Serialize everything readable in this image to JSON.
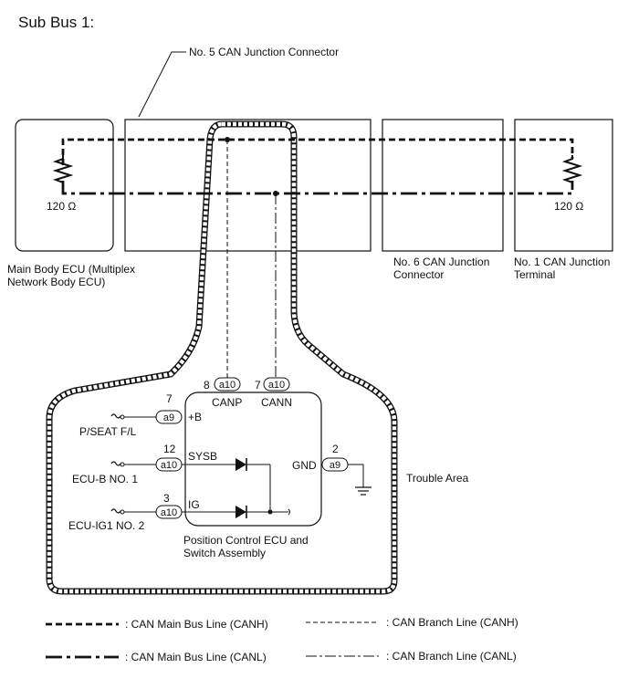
{
  "title": "Sub Bus 1:",
  "junction_connector_5": "No. 5 CAN Junction Connector",
  "main_body_ecu": {
    "resistance": "120 Ω",
    "label_line1": "Main Body ECU (Multiplex",
    "label_line2": "Network Body ECU)"
  },
  "junction_connector_6": {
    "label_line1": "No. 6 CAN Junction",
    "label_line2": "Connector"
  },
  "junction_terminal_1": {
    "resistance": "120 Ω",
    "label_line1": "No. 1 CAN Junction",
    "label_line2": "Terminal"
  },
  "ecu": {
    "label_line1": "Position Control ECU and",
    "label_line2": "Switch Assembly",
    "top_pins": [
      {
        "num": "8",
        "conn": "a10",
        "name": "CANP"
      },
      {
        "num": "7",
        "conn": "a10",
        "name": "CANN"
      }
    ],
    "left_pins": [
      {
        "num": "7",
        "conn": "a9",
        "name": "+B",
        "source": "P/SEAT F/L"
      },
      {
        "num": "12",
        "conn": "a10",
        "name": "SYSB",
        "source": "ECU-B NO. 1"
      },
      {
        "num": "3",
        "conn": "a10",
        "name": "IG",
        "source": "ECU-IG1 NO. 2"
      }
    ],
    "right_pin": {
      "num": "2",
      "conn": "a9",
      "name": "GND"
    }
  },
  "trouble_area": "Trouble Area",
  "legend": [
    {
      "label": ": CAN Main Bus Line (CANH)"
    },
    {
      "label": ": CAN Branch Line (CANH)"
    },
    {
      "label": ": CAN Main Bus Line (CANL)"
    },
    {
      "label": ": CAN Branch Line (CANL)"
    }
  ],
  "colors": {
    "line": "#111111",
    "background": "#ffffff"
  }
}
